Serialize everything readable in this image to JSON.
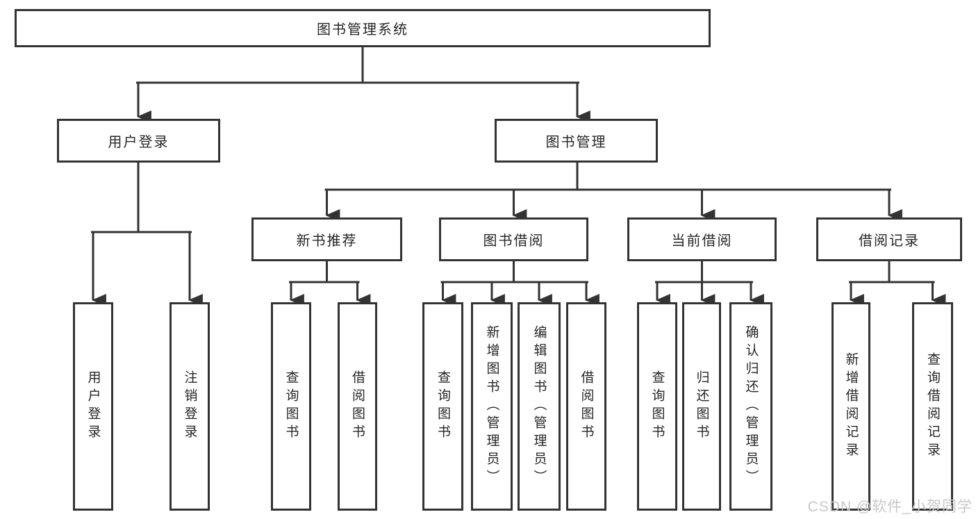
{
  "tree": {
    "root": "图书管理系统",
    "branches": [
      {
        "label": "用户登录",
        "children": [
          "用户登录",
          "注销登录"
        ]
      },
      {
        "label": "图书管理",
        "groups": [
          {
            "label": "新书推荐",
            "children": [
              "查询图书",
              "借阅图书"
            ]
          },
          {
            "label": "图书借阅",
            "children": [
              "查询图书",
              "新增图书（管理员）",
              "编辑图书（管理员）",
              "借阅图书"
            ]
          },
          {
            "label": "当前借阅",
            "children": [
              "查询图书",
              "归还图书",
              "确认归还（管理员）"
            ]
          },
          {
            "label": "借阅记录",
            "children": [
              "新增借阅记录",
              "查询借阅记录"
            ]
          }
        ]
      }
    ]
  },
  "watermark": {
    "text": "CSDN @软件_小贺同学"
  },
  "colors": {
    "line": "#333333",
    "text": "#262626",
    "box_bg": "#ffffff",
    "watermark": "#c8c8c8",
    "background": "#ffffff"
  }
}
